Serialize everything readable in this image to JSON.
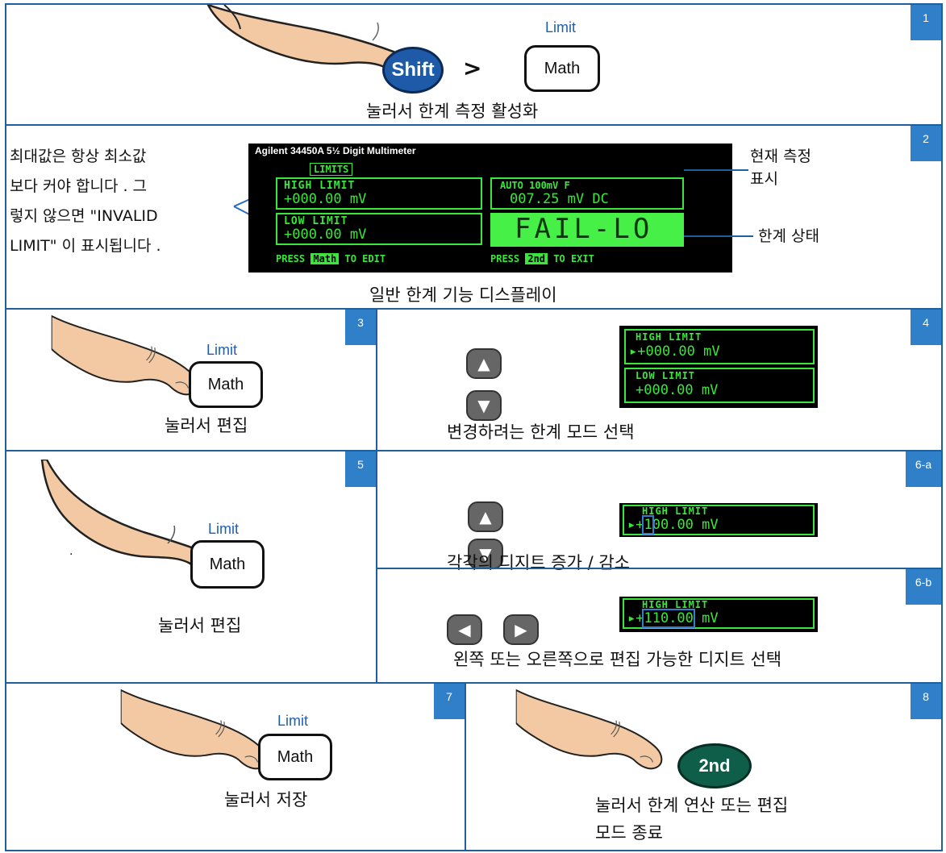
{
  "colors": {
    "border": "#1f5f9e",
    "badge": "#2f80c8",
    "lcd_green": "#39e639",
    "shift_key": "#1e5aa8",
    "second_key": "#0f5e4a",
    "limit_text": "#1f5fb0"
  },
  "steps": [
    {
      "badge": "1",
      "shift_label": "Shift",
      "separator": ">",
      "limit_label": "Limit",
      "math_label": "Math",
      "caption": "눌러서 한계 측정 활성화"
    },
    {
      "badge": "2",
      "note_lines": [
        "최대값은 항상 최소값",
        "보다 커야 합니다 . 그",
        "렇지 않으면 \"INVALID",
        "LIMIT\" 이 표시됩니다 ."
      ],
      "display": {
        "header": "Agilent   34450A  5½ Digit Multimeter",
        "limits_tag": "LIMITS",
        "high_label": "HIGH LIMIT",
        "high_value": "+000.00   mV",
        "low_label": "LOW LIMIT",
        "low_value": "+000.00   mV",
        "range": "AUTO    100mV  F",
        "reading": "007.25   mV  DC",
        "status": "FAIL-LO",
        "press_math_pre": "PRESS",
        "press_math_key": "Math",
        "press_math_post": "TO EDIT",
        "press_2nd_pre": "PRESS",
        "press_2nd_key": "2nd",
        "press_2nd_post": "TO EXIT"
      },
      "callout_measure": "현재 측정\n표시",
      "callout_status": "한계 상태",
      "caption": "일반 한계 기능 디스플레이"
    },
    {
      "badge": "3",
      "limit_label": "Limit",
      "math_label": "Math",
      "caption": "눌러서 편집"
    },
    {
      "badge": "4",
      "up_icon": "▲",
      "down_icon": "▼",
      "mini": {
        "high_label": "HIGH LIMIT",
        "high_value": "▸+000.00   mV",
        "low_label": "LOW LIMIT",
        "low_value": "+000.00   mV"
      },
      "caption": "변경하려는 한계 모드 선택"
    },
    {
      "badge": "5",
      "dot": ".",
      "limit_label": "Limit",
      "math_label": "Math",
      "caption": "눌러서 편집"
    },
    {
      "badge": "6-a",
      "up_icon": "▲",
      "down_icon": "▼",
      "mini": {
        "high_label": "HIGH LIMIT",
        "value_prefix": "▸+",
        "value_digit": "1",
        "value_rest": "00.00   mV"
      },
      "caption": "각각의 디지트 증가 / 감소"
    },
    {
      "badge": "6-b",
      "left_icon": "◀",
      "right_icon": "▶",
      "mini": {
        "high_label": "HIGH LIMIT",
        "value_prefix": "▸+",
        "value_sel": "110.00",
        "value_rest": "  mV"
      },
      "caption": "왼쪽 또는 오른쪽으로 편집 가능한 디지트 선택"
    },
    {
      "badge": "7",
      "limit_label": "Limit",
      "math_label": "Math",
      "caption": "눌러서 저장"
    },
    {
      "badge": "8",
      "second_label": "2nd",
      "caption_lines": [
        "눌러서 한계 연산 또는 편집",
        "모드 종료"
      ]
    }
  ]
}
